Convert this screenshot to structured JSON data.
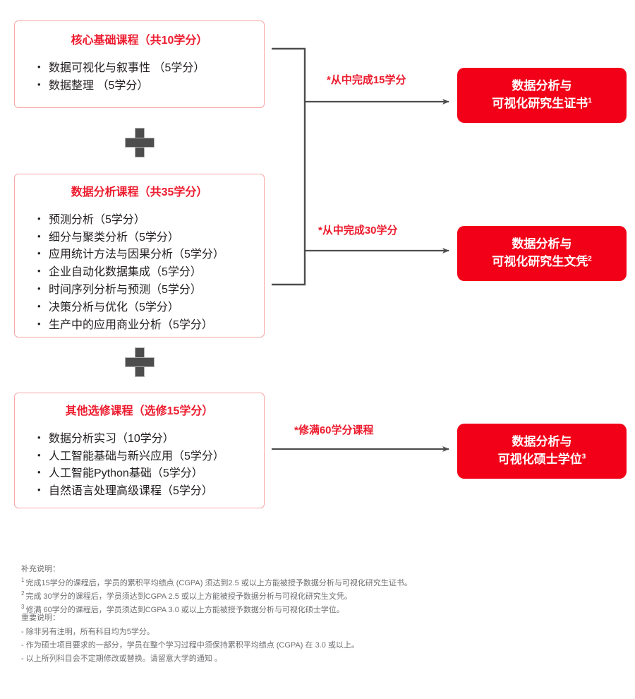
{
  "course_groups": [
    {
      "id": "core",
      "title": "核心基础课程（共10学分）",
      "courses": [
        "数据可视化与叙事性 （5学分）",
        "数据整理 （5学分）"
      ]
    },
    {
      "id": "analytics",
      "title": "数据分析课程（共35学分）",
      "courses": [
        "预测分析（5学分）",
        "细分与聚类分析（5学分）",
        "应用统计方法与因果分析（5学分）",
        "企业自动化数据集成（5学分）",
        "时间序列分析与预测（5学分）",
        "决策分析与优化（5学分）",
        "生产中的应用商业分析（5学分）"
      ]
    },
    {
      "id": "electives",
      "title": "其他选修课程（选修15学分）",
      "courses": [
        "数据分析实习（10学分）",
        "人工智能基础与新兴应用（5学分）",
        "人工智能Python基础（5学分）",
        "自然语言处理高级课程（5学分）"
      ]
    }
  ],
  "operators": [
    {
      "id": "plus-1",
      "symbol": "+"
    },
    {
      "id": "plus-2",
      "symbol": "+"
    }
  ],
  "arrow_labels": {
    "cert": "*从中完成15学分",
    "diploma": "*从中完成30学分",
    "masters": "*修满60学分课程"
  },
  "outcomes": [
    {
      "id": "cert",
      "line1": "数据分析与",
      "line2": "可视化研究生证书",
      "footnote_marker": "1"
    },
    {
      "id": "diploma",
      "line1": "数据分析与",
      "line2": "可视化研究生文凭",
      "footnote_marker": "2"
    },
    {
      "id": "masters",
      "line1": "数据分析与",
      "line2": "可视化硕士学位",
      "footnote_marker": "3"
    }
  ],
  "notes": {
    "supplementary": {
      "heading": "补充说明：",
      "items": [
        {
          "marker": "1",
          "text": "完成15学分的课程后，学员的累积平均绩点 (CGPA) 须达到2.5 或以上方能被授予数据分析与可视化研究生证书。"
        },
        {
          "marker": "2",
          "text": "完成 30学分的课程后，学员须达到CGPA 2.5 或以上方能被授予数据分析与可视化研究生文凭。"
        },
        {
          "marker": "3",
          "text": "修满 60学分的课程后，学员须达到CGPA 3.0 或以上方能被授予数据分析与可视化硕士学位。"
        }
      ]
    },
    "important": {
      "heading": "重要说明：",
      "items": [
        "- 除非另有注明，所有科目均为5学分。",
        "- 作为硕士项目要求的一部分，学员在整个学习过程中须保持累积平均绩点 (CGPA) 在 3.0 或以上。",
        "- 以上所列科目会不定期修改或替换。请留意大学的通知 。"
      ]
    }
  },
  "colors": {
    "brand_red": "#f20018",
    "title_red": "#ed1b2e",
    "box_border_pink": "#f7a7a7",
    "connector_gray": "#4d4d4d",
    "note_gray": "#6d6e71"
  }
}
